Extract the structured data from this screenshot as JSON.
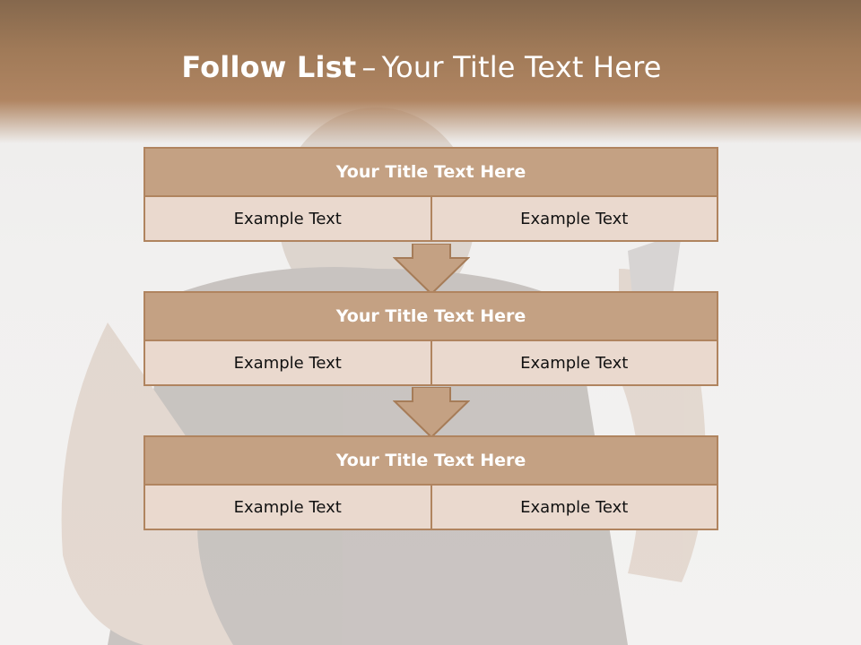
{
  "slide": {
    "title_bold": "Follow List",
    "title_dash": "–",
    "title_rest": "Your Title Text Here"
  },
  "steps": [
    {
      "title": "Your Title Text Here",
      "left": "Example Text",
      "right": "Example Text"
    },
    {
      "title": "Your Title Text Here",
      "left": "Example Text",
      "right": "Example Text"
    },
    {
      "title": "Your Title Text Here",
      "left": "Example Text",
      "right": "Example Text"
    }
  ],
  "colors": {
    "header_band": "#a07a58",
    "box_header": "#c4a183",
    "box_border": "#b0845f",
    "box_row": "#ead9ce",
    "arrow_fill": "#c4a183"
  }
}
